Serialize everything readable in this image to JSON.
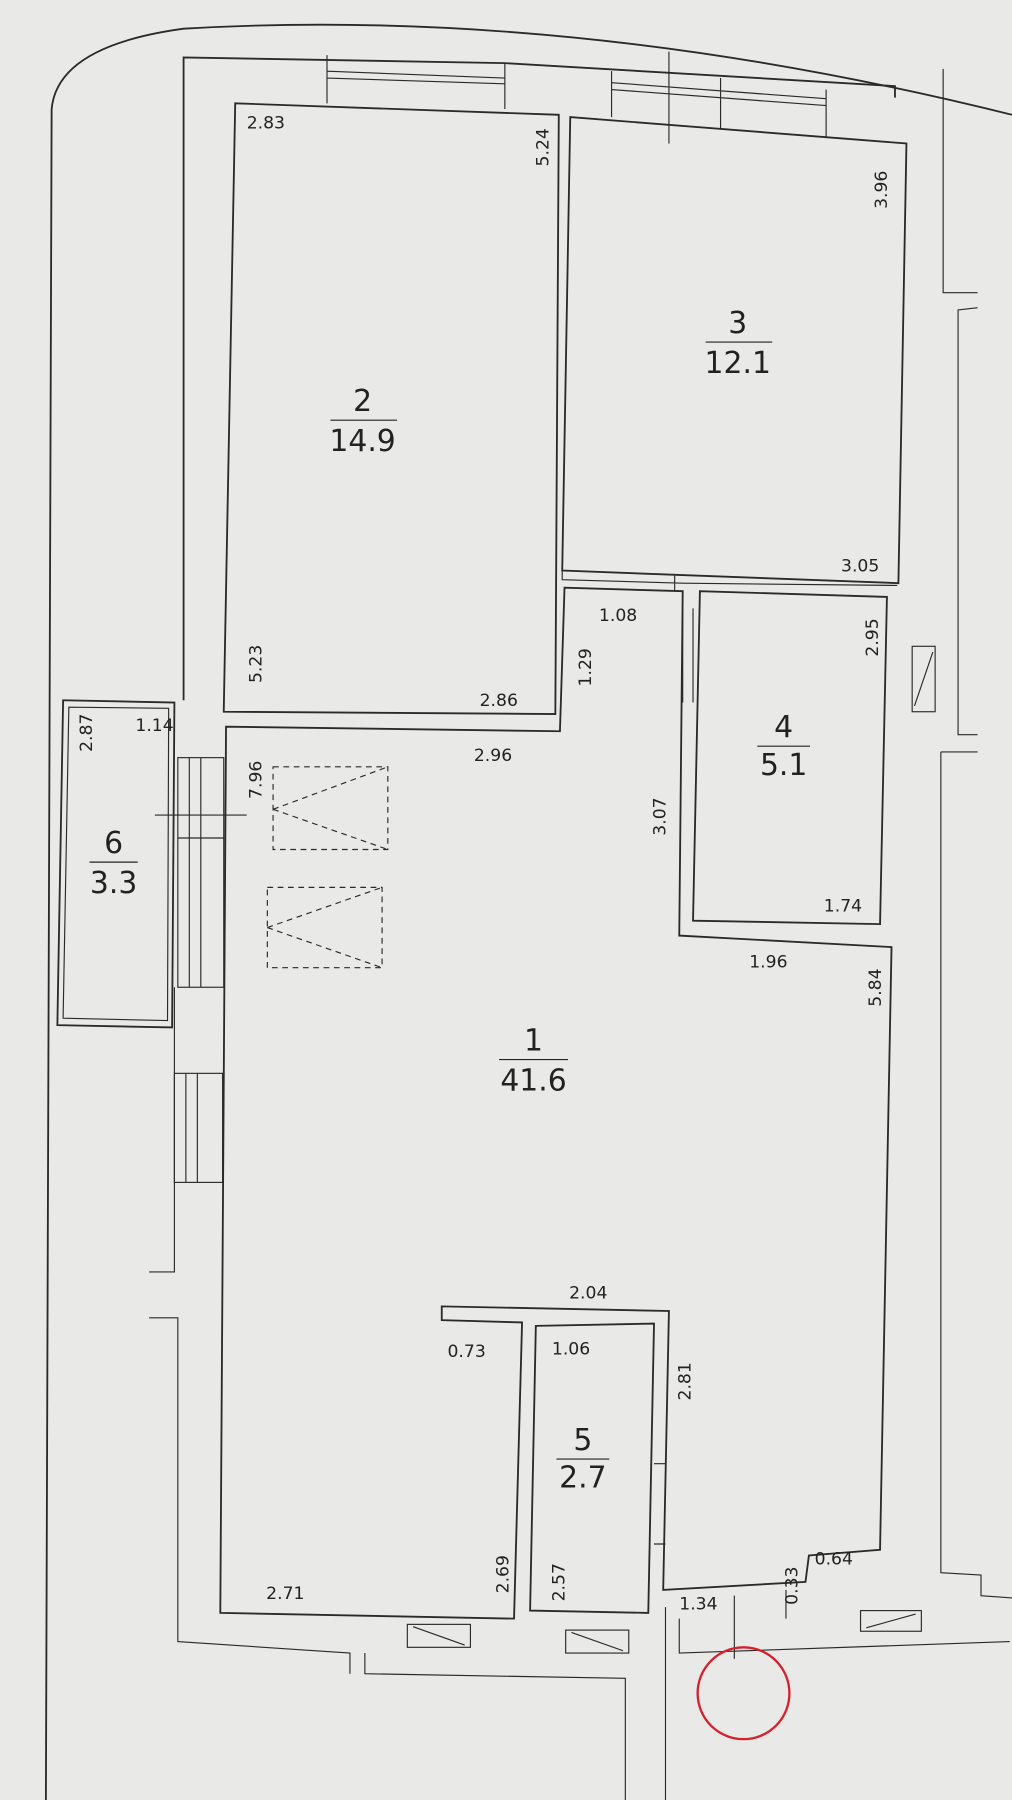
{
  "rooms": [
    {
      "number": "1",
      "area": "41.6"
    },
    {
      "number": "2",
      "area": "14.9"
    },
    {
      "number": "3",
      "area": "12.1"
    },
    {
      "number": "4",
      "area": "5.1"
    },
    {
      "number": "5",
      "area": "2.7"
    },
    {
      "number": "6",
      "area": "3.3"
    }
  ],
  "dimensions": {
    "r2_top": "2.83",
    "r2_right": "5.24",
    "r2_left": "5.23",
    "r2_bottom": "2.86",
    "r3_right": "3.96",
    "r3_bottom": "3.05",
    "corr_top": "1.08",
    "corr_left": "1.29",
    "r4_right": "2.95",
    "r4_bottom": "1.74",
    "r1_top": "2.96",
    "r1_left": "7.96",
    "r1_corr": "3.07",
    "r1_mid": "1.96",
    "r1_right": "5.84",
    "r1_bottom": "2.71",
    "r1_wall": "2.69",
    "r1_niche": "0.73",
    "r1_step": "0.64",
    "r1_step2": "0.33",
    "r1_exit": "1.34",
    "r5_top_outer": "2.04",
    "r5_top": "1.06",
    "r5_right": "2.81",
    "r5_left": "2.57",
    "r6_left": "2.87",
    "r6_top": "1.14"
  },
  "colors": {
    "line": "#2a2a2a",
    "marker": "#d8202a",
    "paper": "#e9e9e7"
  }
}
